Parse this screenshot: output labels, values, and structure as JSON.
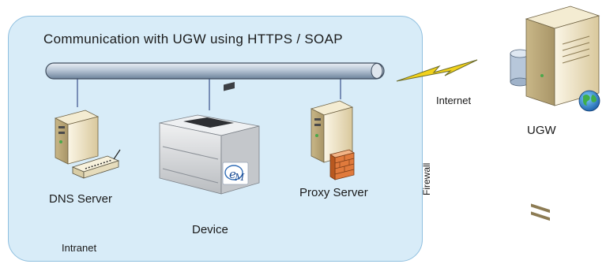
{
  "diagram": {
    "title": "Communication with UGW using HTTPS / SOAP",
    "zone_label": "Intranet",
    "link_label": "Internet",
    "firewall_label": "Firewall",
    "nodes": {
      "dns": "DNS Server",
      "device": "Device",
      "proxy": "Proxy Server",
      "ugw": "UGW"
    },
    "colors": {
      "zone_fill": "#d8ecf8",
      "zone_border": "#8fbfdf",
      "bus": "#8fa4bd",
      "lightning": "#f2d21c",
      "server_body": "#e8dcbc",
      "printer_body": "#d6d9dc"
    }
  }
}
